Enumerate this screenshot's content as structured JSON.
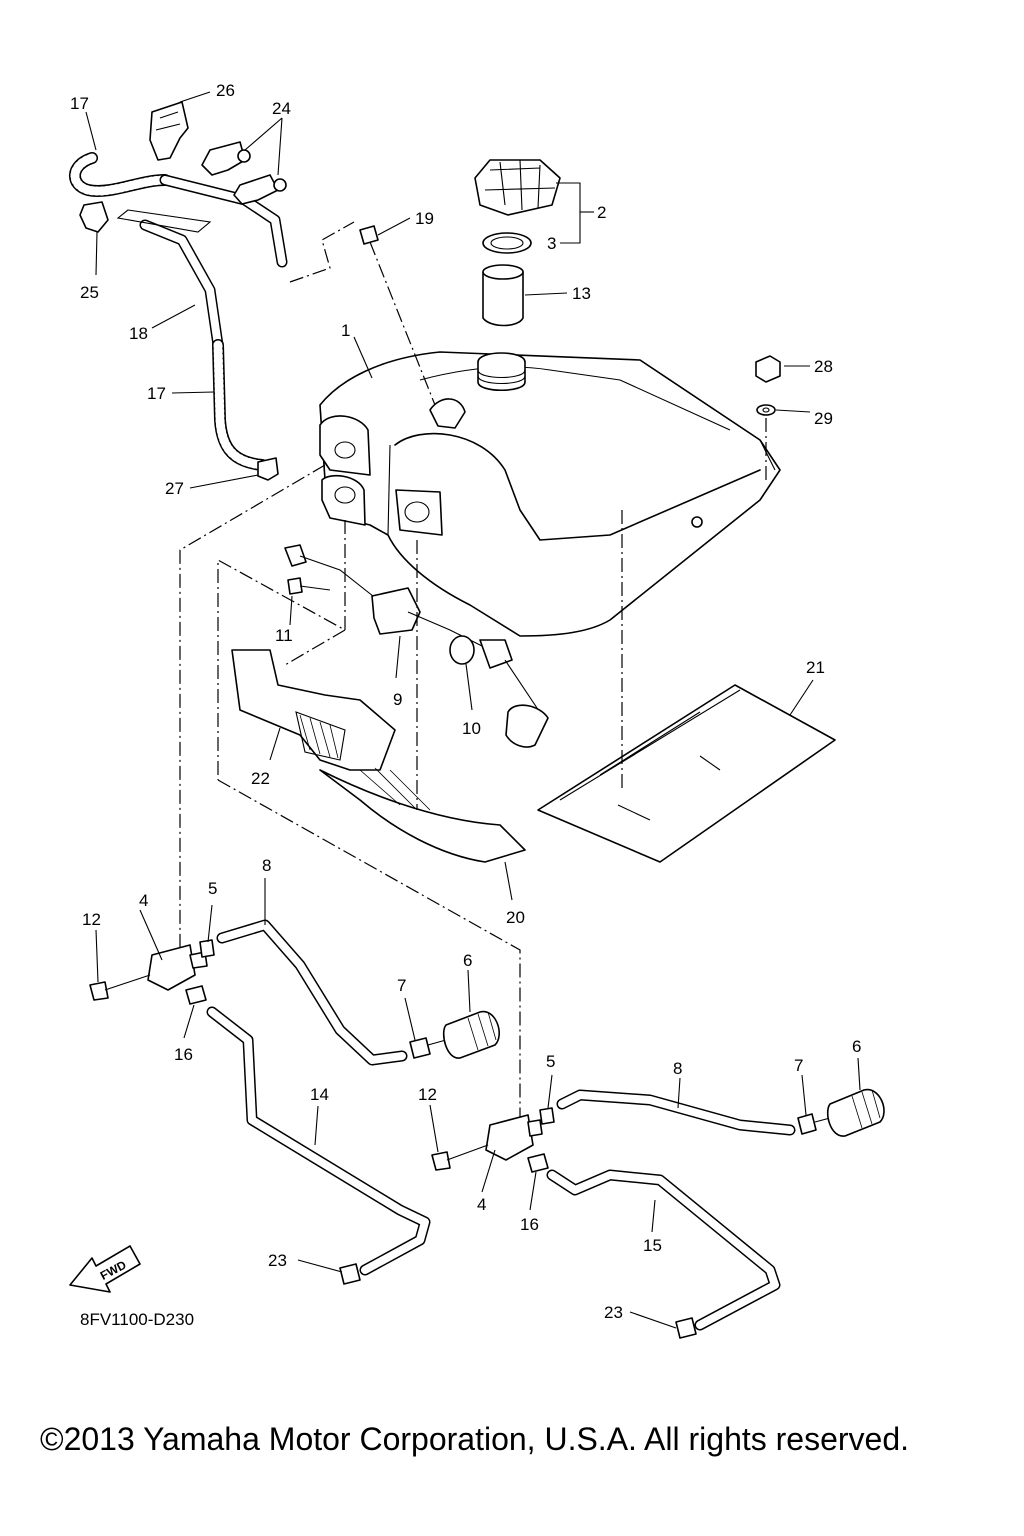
{
  "callouts": {
    "c1": "1",
    "c2": "2",
    "c3": "3",
    "c4a": "4",
    "c4b": "4",
    "c5a": "5",
    "c5b": "5",
    "c6a": "6",
    "c6b": "6",
    "c7a": "7",
    "c7b": "7",
    "c8a": "8",
    "c8b": "8",
    "c9": "9",
    "c10": "10",
    "c11": "11",
    "c12a": "12",
    "c12b": "12",
    "c13": "13",
    "c14": "14",
    "c15": "15",
    "c16a": "16",
    "c16b": "16",
    "c17a": "17",
    "c17b": "17",
    "c18": "18",
    "c19": "19",
    "c20": "20",
    "c21": "21",
    "c22": "22",
    "c23a": "23",
    "c23b": "23",
    "c24": "24",
    "c25": "25",
    "c26": "26",
    "c27": "27",
    "c28": "28",
    "c29": "29"
  },
  "fwd_label": "FWD",
  "diagram_code": "8FV1100-D230",
  "copyright": "©2013 Yamaha Motor Corporation, U.S.A. All rights reserved."
}
